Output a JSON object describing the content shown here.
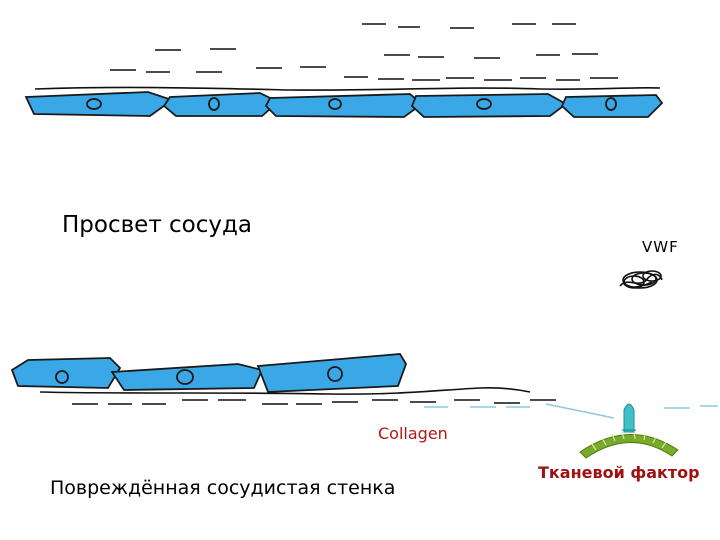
{
  "labels": {
    "lumen": "Просвет сосуда",
    "vwf": "VWF",
    "collagen": "Collagen",
    "damaged_wall": "Повреждённая сосудистая стенка",
    "tissue_factor": "Тканевой фактор"
  },
  "colors": {
    "endothelial_cell_fill": "#3aa8e6",
    "endothelial_cell_stroke": "#1a1a1a",
    "collagen_text": "#b01818",
    "tissue_factor_text": "#a01010",
    "tissue_factor_base": "#7aaa2a",
    "tissue_factor_stem": "#3fc0c8",
    "dash_line": "#111111",
    "exposed_dash_line": "#8fc7e0"
  }
}
